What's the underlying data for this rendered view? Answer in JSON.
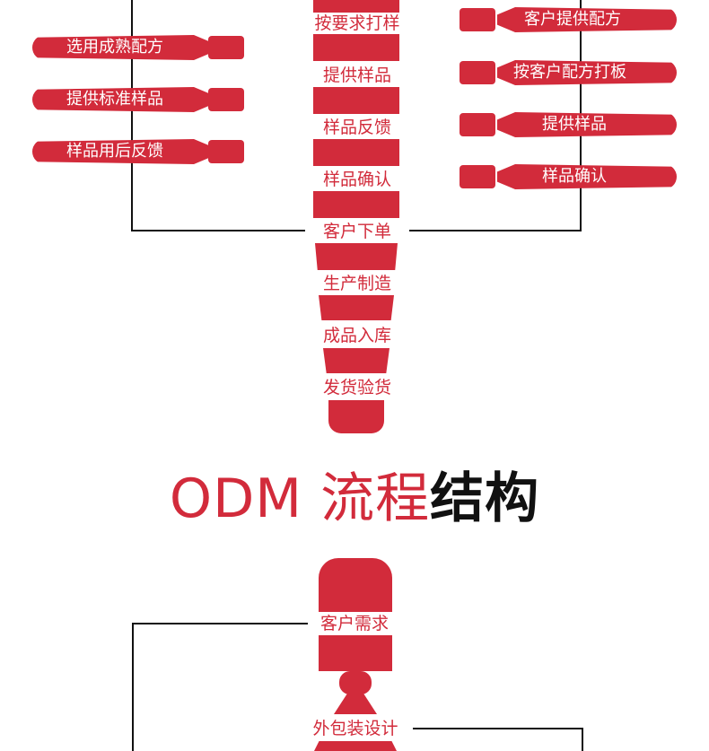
{
  "oem_flow": {
    "center_steps": [
      "按要求打样",
      "提供样品",
      "样品反馈",
      "样品确认",
      "客户下单",
      "生产制造",
      "成品入库",
      "发货验货"
    ],
    "left_tags": [
      "选用成熟配方",
      "提供标准样品",
      "样品用后反馈"
    ],
    "right_tags": [
      "客户提供配方",
      "按客户配方打板",
      "提供样品",
      "样品确认"
    ]
  },
  "heading": {
    "part1": "ODM 流程",
    "part2": "结构"
  },
  "odm_flow": {
    "steps": [
      "客户需求",
      "外包装设计"
    ]
  },
  "colors": {
    "accent": "#d22b3b",
    "line": "#111111",
    "background": "#ffffff"
  }
}
